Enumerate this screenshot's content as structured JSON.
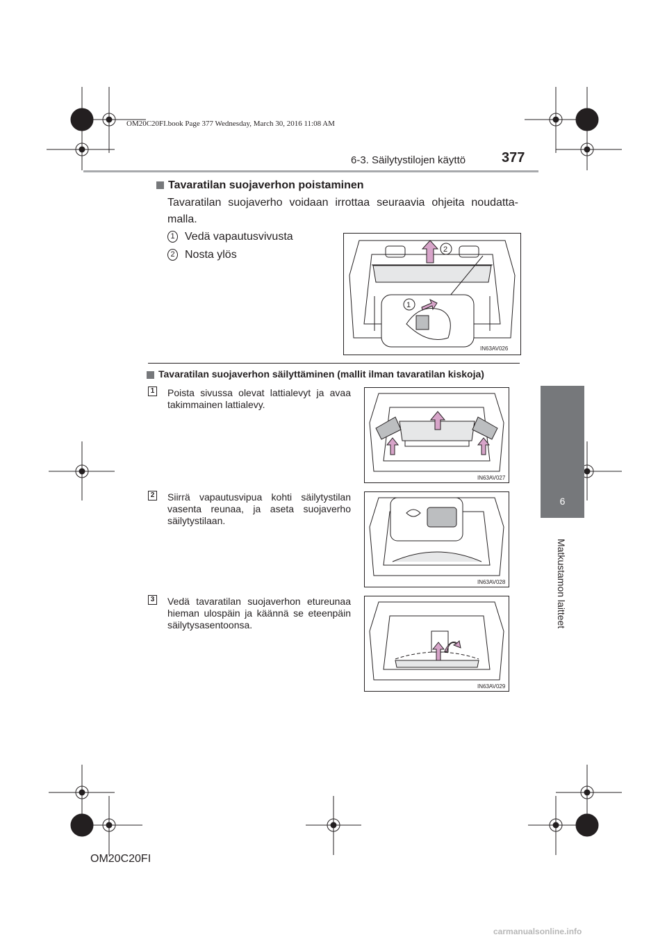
{
  "book_info": "OM20C20FI.book  Page 377  Wednesday, March 30, 2016  11:08 AM",
  "header": {
    "section_title": "6-3. Säilytystilojen käyttö",
    "page_number": "377"
  },
  "side_tab": {
    "chapter_number": "6",
    "chapter_title": "Matkustamon laitteet"
  },
  "section1": {
    "heading": "Tavaratilan suojaverhon poistaminen",
    "intro": "Tavaratilan suojaverho voidaan irrottaa seuraavia ohjeita noudatta-malla.",
    "steps": [
      {
        "num": "1",
        "text": "Vedä vapautusvivusta"
      },
      {
        "num": "2",
        "text": "Nosta ylös"
      }
    ],
    "figure_code": "IN63AV026"
  },
  "section2": {
    "heading": "Tavaratilan suojaverhon säilyttäminen (mallit ilman tavaratilan kiskoja)",
    "steps": [
      {
        "num": "1",
        "text": "Poista sivussa olevat lattialevyt ja avaa takimmainen lattialevy.",
        "figure_code": "IN63AV027"
      },
      {
        "num": "2",
        "text": "Siirrä vapautusvipua kohti säilytystilan vasenta reunaa, ja aseta suojaverho säilytystilaan.",
        "figure_code": "IN63AV028"
      },
      {
        "num": "3",
        "text": "Vedä tavaratilan suojaverhon etureunaa hieman ulospäin ja käännä se eteenpäin säilytysasentoonsa.",
        "figure_code": "IN63AV029"
      }
    ]
  },
  "footer": {
    "doc_code": "OM20C20FI"
  },
  "watermark": "carmanualsonline.info",
  "colors": {
    "arrow": "#d7a4c9",
    "tab": "#76787b",
    "rule": "#a7a9ac"
  }
}
